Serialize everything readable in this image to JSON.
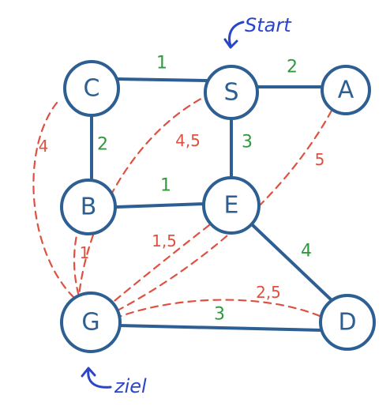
{
  "annotations": {
    "start": "Start",
    "goal": "ziel"
  },
  "nodes": [
    {
      "id": "C",
      "label": "C"
    },
    {
      "id": "S",
      "label": "S"
    },
    {
      "id": "A",
      "label": "A"
    },
    {
      "id": "B",
      "label": "B"
    },
    {
      "id": "E",
      "label": "E"
    },
    {
      "id": "G",
      "label": "G"
    },
    {
      "id": "D",
      "label": "D"
    }
  ],
  "edges": [
    {
      "from": "C",
      "to": "S",
      "weight": "1"
    },
    {
      "from": "S",
      "to": "A",
      "weight": "2"
    },
    {
      "from": "C",
      "to": "B",
      "weight": "2"
    },
    {
      "from": "S",
      "to": "E",
      "weight": "3"
    },
    {
      "from": "B",
      "to": "E",
      "weight": "1"
    },
    {
      "from": "E",
      "to": "D",
      "weight": "4"
    },
    {
      "from": "G",
      "to": "D",
      "weight": "3"
    }
  ],
  "heuristics": [
    {
      "from": "C",
      "to": "G",
      "value": "4"
    },
    {
      "from": "S",
      "to": "G",
      "value": "4,5"
    },
    {
      "from": "A",
      "to": "G",
      "value": "5"
    },
    {
      "from": "B",
      "to": "G",
      "value": "1"
    },
    {
      "from": "E",
      "to": "G",
      "value": "1,5"
    },
    {
      "from": "D",
      "to": "G",
      "value": "2,5"
    }
  ],
  "colors": {
    "node_stroke": "#2d5f93",
    "edge_weight": "#2e9a3c",
    "heuristic": "#e05040",
    "annotation": "#2a45c8"
  }
}
